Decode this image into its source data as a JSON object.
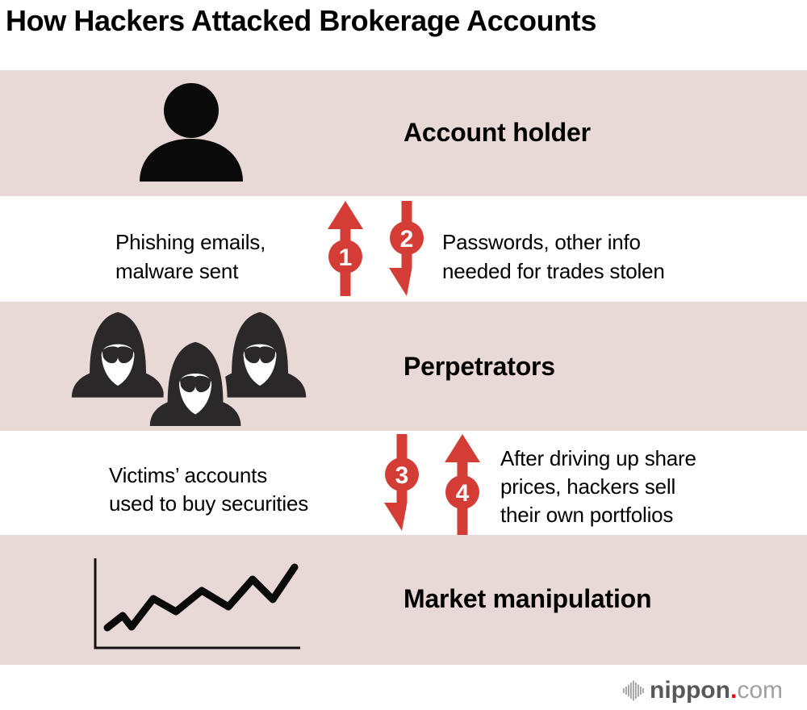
{
  "title": "How Hackers Attacked Brokerage Accounts",
  "bands": [
    {
      "id": "account-holder",
      "label": "Account holder",
      "icon": "person-silhouette-icon"
    },
    {
      "id": "perpetrators",
      "label": "Perpetrators",
      "icon": "hooded-hackers-icon"
    },
    {
      "id": "market-manipulation",
      "label": "Market manipulation",
      "icon": "rising-stock-chart-icon"
    }
  ],
  "steps": [
    {
      "num": "1",
      "direction": "up",
      "text": "Phishing emails,\nmalware sent"
    },
    {
      "num": "2",
      "direction": "down",
      "text": "Passwords, other info\nneeded for trades stolen"
    },
    {
      "num": "3",
      "direction": "down",
      "text": "Victims’ accounts\nused to buy securities"
    },
    {
      "num": "4",
      "direction": "up",
      "text": "After driving up share\nprices, hackers sell\ntheir own portfolios"
    }
  ],
  "footer": {
    "brand": "nippon",
    "dot": ".",
    "tld": "com",
    "logo_icon": "soundwave-icon"
  },
  "colors": {
    "band_bg": "#e9d9d6",
    "arrow_red": "#d33d36",
    "icon_black": "#0a0a0a",
    "hacker_dark": "#2a2828",
    "text_black": "#000000",
    "brand_dark_gray": "#595757",
    "brand_light_gray": "#a0a0a0",
    "brand_dot_red": "#e60012"
  }
}
